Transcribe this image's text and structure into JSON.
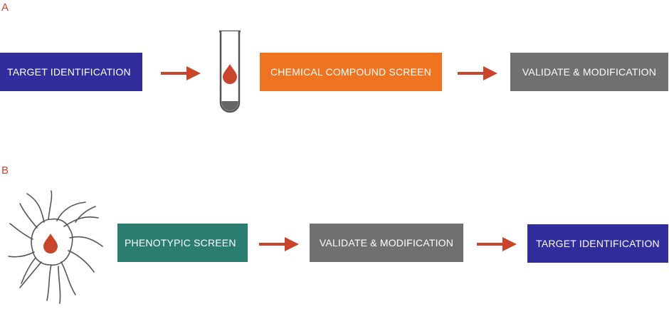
{
  "colors": {
    "accent": "#c8452c",
    "navy": "#322d9c",
    "orange": "#ee7421",
    "gray": "#707070",
    "teal": "#2a7d70"
  },
  "panel_a": {
    "label": "A",
    "steps": [
      {
        "label": "TARGET IDENTIFICATION",
        "color": "navy"
      },
      {
        "label": "CHEMICAL COMPOUND SCREEN",
        "color": "orange"
      },
      {
        "label": "VALIDATE & MODIFICATION",
        "color": "gray"
      }
    ],
    "icon": "test-tube-with-droplet-icon"
  },
  "panel_b": {
    "label": "B",
    "steps": [
      {
        "label": "PHENOTYPIC SCREEN",
        "color": "teal"
      },
      {
        "label": "VALIDATE & MODIFICATION",
        "color": "gray"
      },
      {
        "label": "TARGET IDENTIFICATION",
        "color": "navy"
      }
    ],
    "icon": "cell-with-droplet-icon"
  }
}
